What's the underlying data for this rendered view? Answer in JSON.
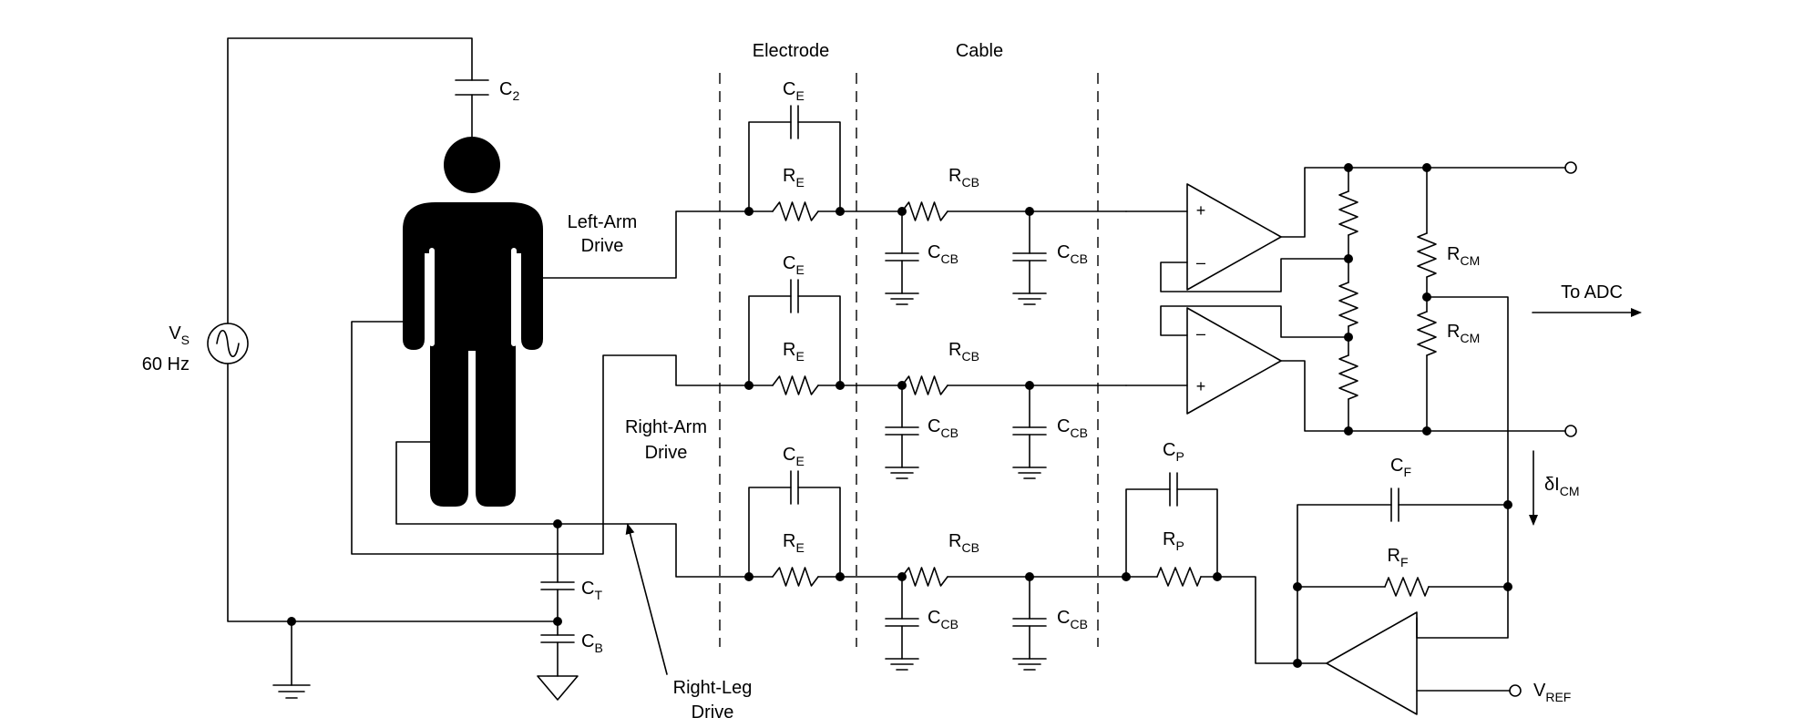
{
  "sections": {
    "electrode": "Electrode",
    "cable": "Cable"
  },
  "labels": {
    "c2": {
      "main": "C",
      "sub": "2"
    },
    "vs": {
      "main": "V",
      "sub": "S"
    },
    "freq": "60 Hz",
    "ct": {
      "main": "C",
      "sub": "T"
    },
    "cb": {
      "main": "C",
      "sub": "B"
    },
    "ce": {
      "main": "C",
      "sub": "E"
    },
    "re": {
      "main": "R",
      "sub": "E"
    },
    "rcb": {
      "main": "R",
      "sub": "CB"
    },
    "ccb": {
      "main": "C",
      "sub": "CB"
    },
    "cp": {
      "main": "C",
      "sub": "P"
    },
    "rp": {
      "main": "R",
      "sub": "P"
    },
    "cf": {
      "main": "C",
      "sub": "F"
    },
    "rf": {
      "main": "R",
      "sub": "F"
    },
    "rcm": {
      "main": "R",
      "sub": "CM"
    },
    "icm": {
      "main": "δI",
      "sub": "CM"
    },
    "vref": {
      "main": "V",
      "sub": "REF"
    },
    "plus": "+",
    "minus": "–"
  },
  "drives": {
    "left_arm": [
      "Left-Arm",
      "Drive"
    ],
    "right_arm": [
      "Right-Arm",
      "Drive"
    ],
    "right_leg": [
      "Right-Leg",
      "Drive"
    ]
  },
  "output": "To ADC"
}
